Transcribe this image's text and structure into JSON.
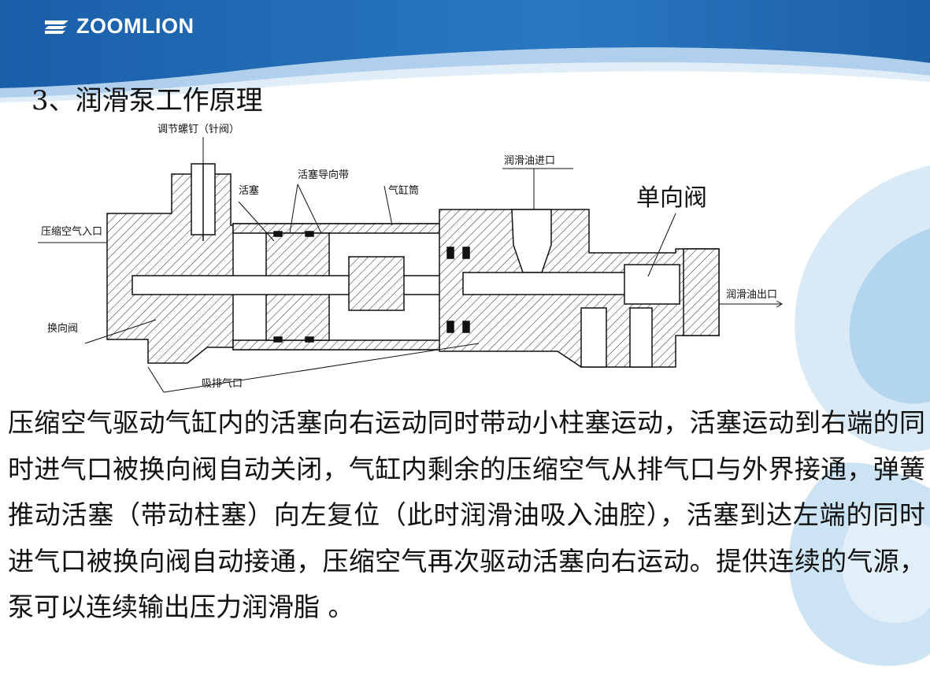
{
  "brand": {
    "logo_text": "ZOOMLION",
    "colors": {
      "header_blue": "#1a5ea8",
      "header_light": "#7fb2e2",
      "deco_blue": "#b8d9ef"
    }
  },
  "section_title": "3、润滑泵工作原理",
  "diagram": {
    "labels": {
      "adjust_screw": "调节螺钉（针阀）",
      "piston": "活塞",
      "piston_guide": "活塞导向带",
      "cylinder": "气缸筒",
      "oil_inlet": "润滑油进口",
      "check_valve": "单向阀",
      "air_inlet": "压缩空气入口",
      "oil_outlet": "润滑油出口",
      "reversing_valve": "换向阀",
      "exhaust": "吸排气口"
    }
  },
  "body_text": "压缩空气驱动气缸内的活塞向右运动同时带动小柱塞运动，活塞运动到右端的同时进气口被换向阀自动关闭，气缸内剩余的压缩空气从排气口与外界接通，弹簧推动活塞（带动柱塞）向左复位（此时润滑油吸入油腔），活塞到达左端的同时进气口被换向阀自动接通，压缩空气再次驱动活塞向右运动。提供连续的气源，泵可以连续输出压力润滑脂 。"
}
